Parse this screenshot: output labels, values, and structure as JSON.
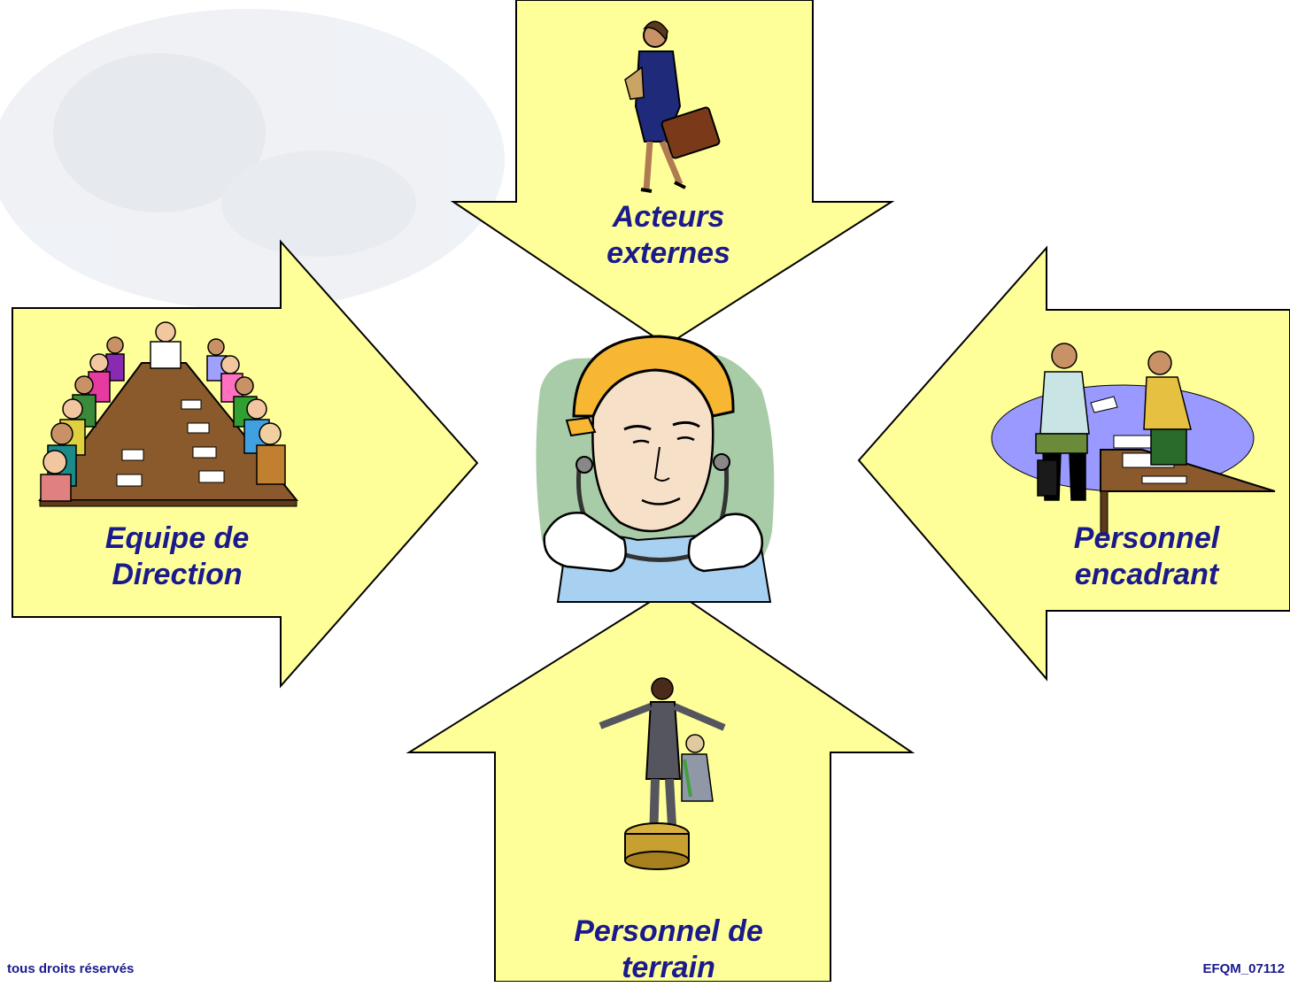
{
  "diagram": {
    "arrows": {
      "top": {
        "line1": "Acteurs",
        "line2": "externes"
      },
      "left": {
        "line1": "Equipe de",
        "line2": "Direction"
      },
      "right": {
        "line1": "Personnel",
        "line2": "encadrant"
      },
      "bottom": {
        "line1": "Personnel de",
        "line2": "terrain"
      }
    },
    "center": {
      "icon": "worker-with-hardhat-icon"
    }
  },
  "footer": {
    "left": "tous droits réservés",
    "right": "EFQM_07112"
  },
  "colors": {
    "arrow_fill": "#ffff99",
    "arrow_stroke": "#000000",
    "label_text": "#1a1a8c",
    "hardhat": "#f7b733",
    "ellipse_right": "#9999ff"
  }
}
